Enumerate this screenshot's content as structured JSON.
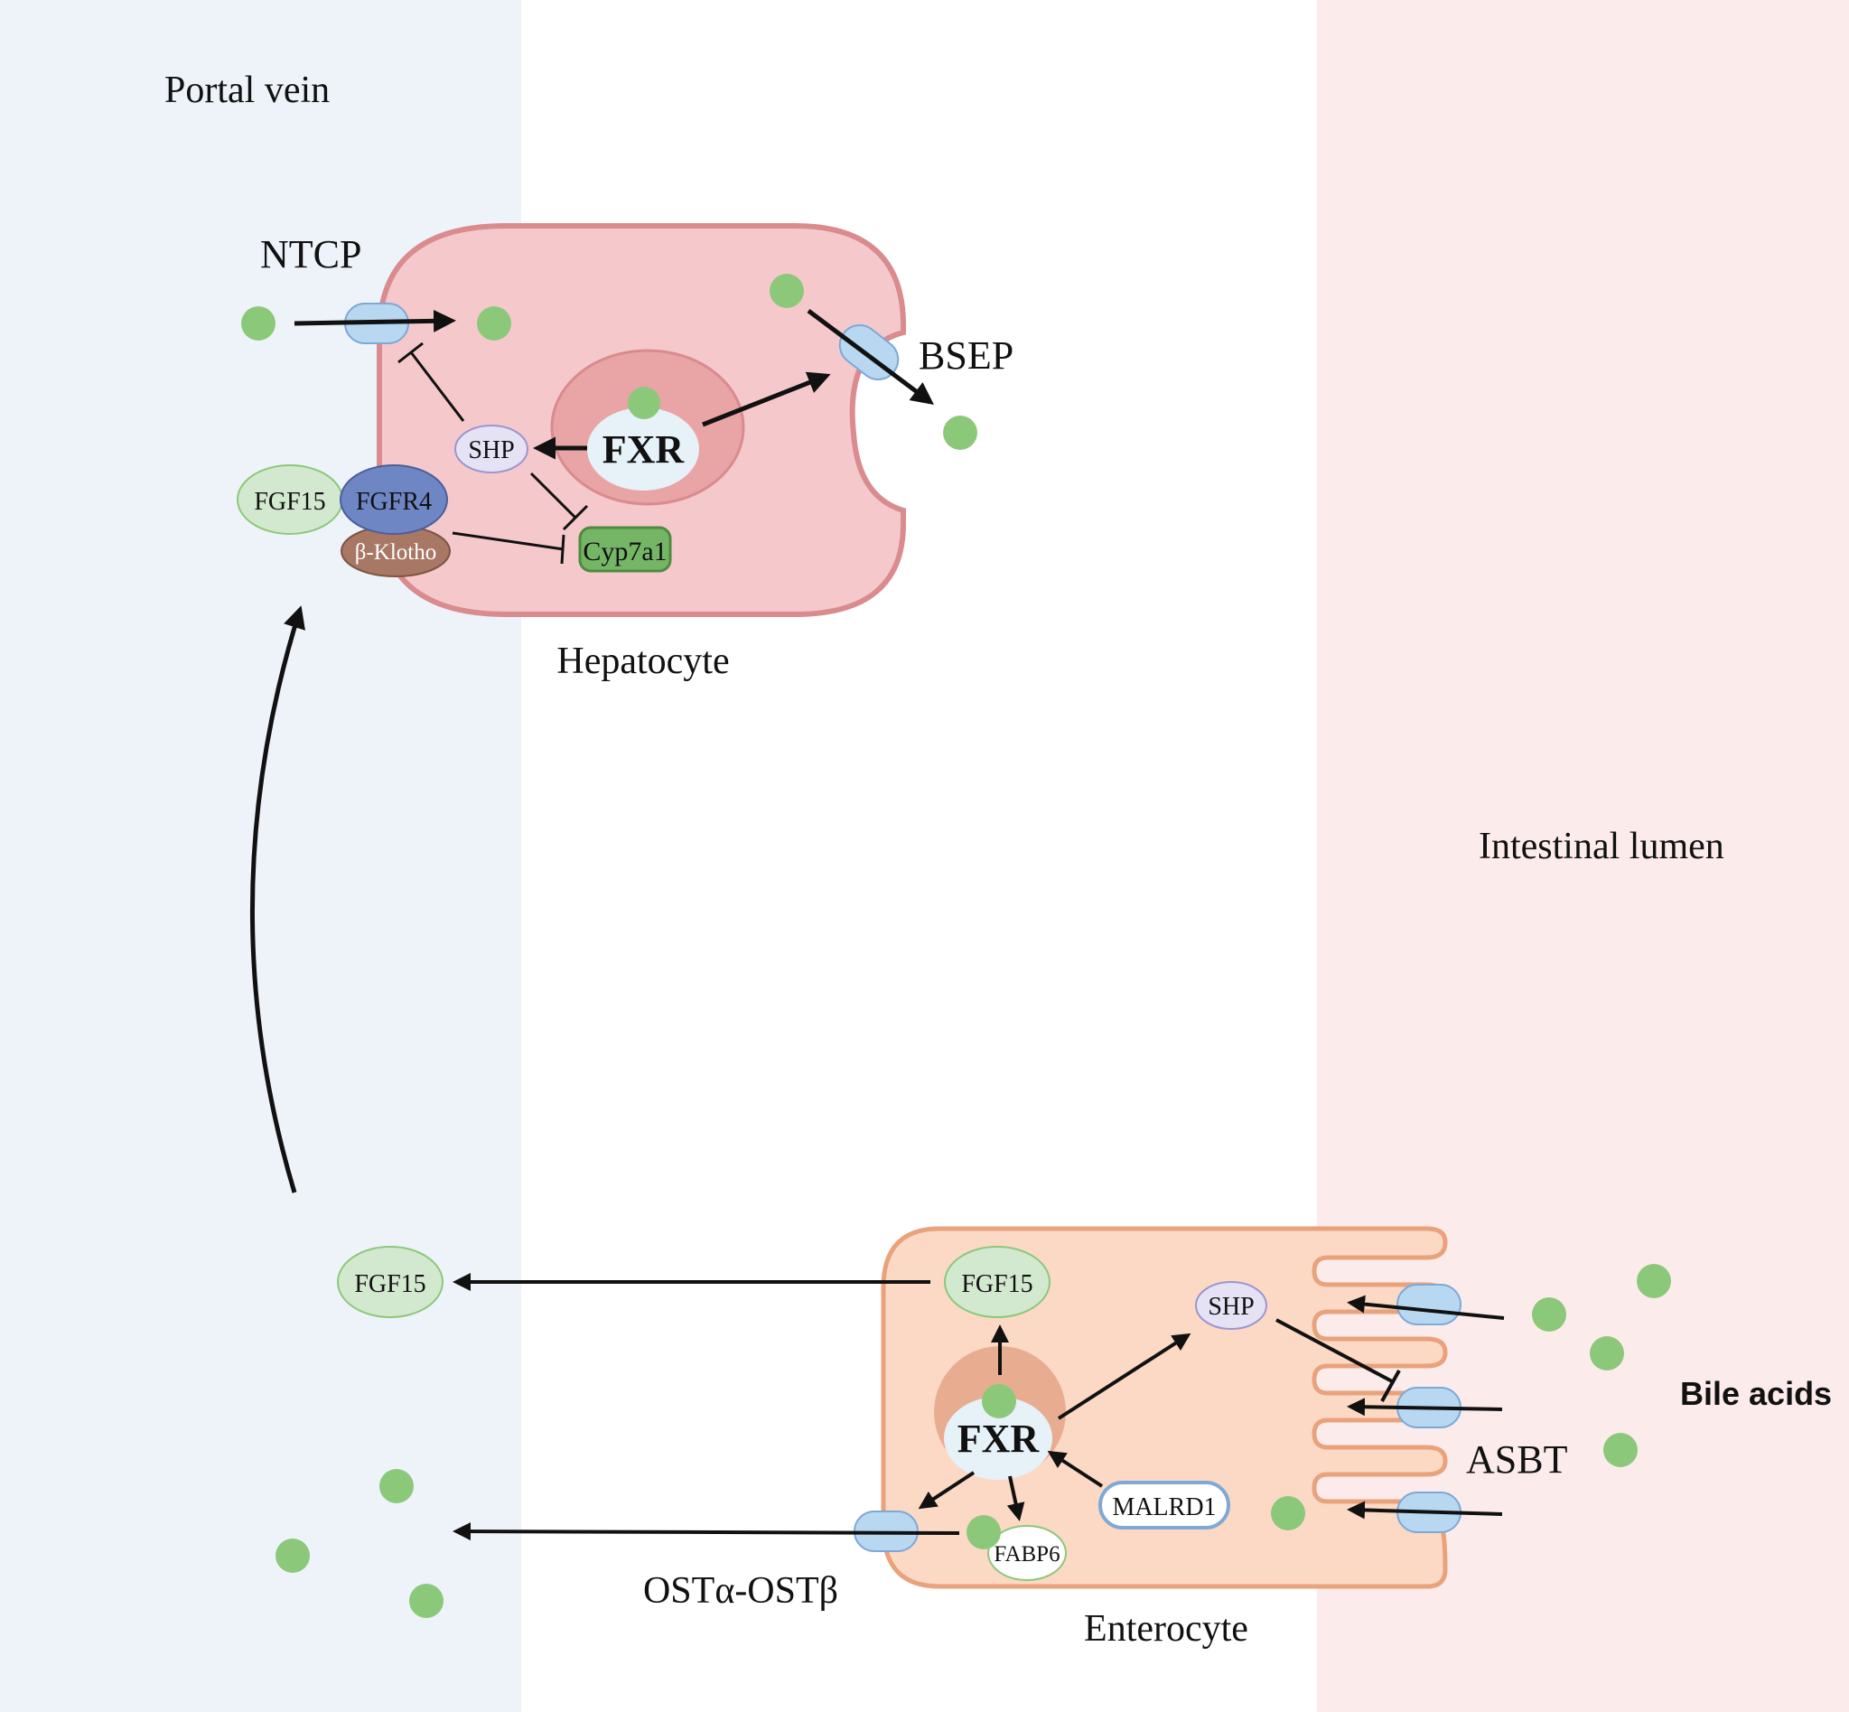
{
  "regions": {
    "portal_vein": "Portal vein",
    "intestinal_lumen": "Intestinal lumen"
  },
  "cells": {
    "hepatocyte": "Hepatocyte",
    "enterocyte": "Enterocyte"
  },
  "hepatocyte_labels": {
    "ntcp": "NTCP",
    "bsep": "BSEP",
    "fxr": "FXR",
    "shp": "SHP",
    "fgf15": "FGF15",
    "fgfr4": "FGFR4",
    "klotho": "β-Klotho",
    "cyp7a1": "Cyp7a1"
  },
  "enterocyte_labels": {
    "fgf15_inside": "FGF15",
    "fgf15_portal": "FGF15",
    "shp": "SHP",
    "fxr": "FXR",
    "malrd1": "MALRD1",
    "fabp6": "FABP6",
    "ost": "OSTα-OSTβ",
    "asbt": "ASBT",
    "bile_acids": "Bile acids"
  },
  "colors": {
    "portal_bg": "#eef3fa",
    "lumen_bg": "#fbeceb",
    "hepatocyte_fill": "#f5c9cb",
    "hepatocyte_stroke": "#d98b8e",
    "nucleus_hep": "#e9a4a6",
    "enterocyte_fill": "#fbd9c4",
    "enterocyte_stroke": "#e9a27b",
    "nucleus_ent": "#e8ad91",
    "bile_acid": "#8cc87a",
    "transporter": "#b8d8f2",
    "transporter_stroke": "#7ea9d6",
    "fgf15": "#d3e9cf",
    "fgfr4": "#6e86c4",
    "klotho": "#a87865",
    "cyp7a1": "#75b566",
    "shp": "#e5e2f5"
  }
}
